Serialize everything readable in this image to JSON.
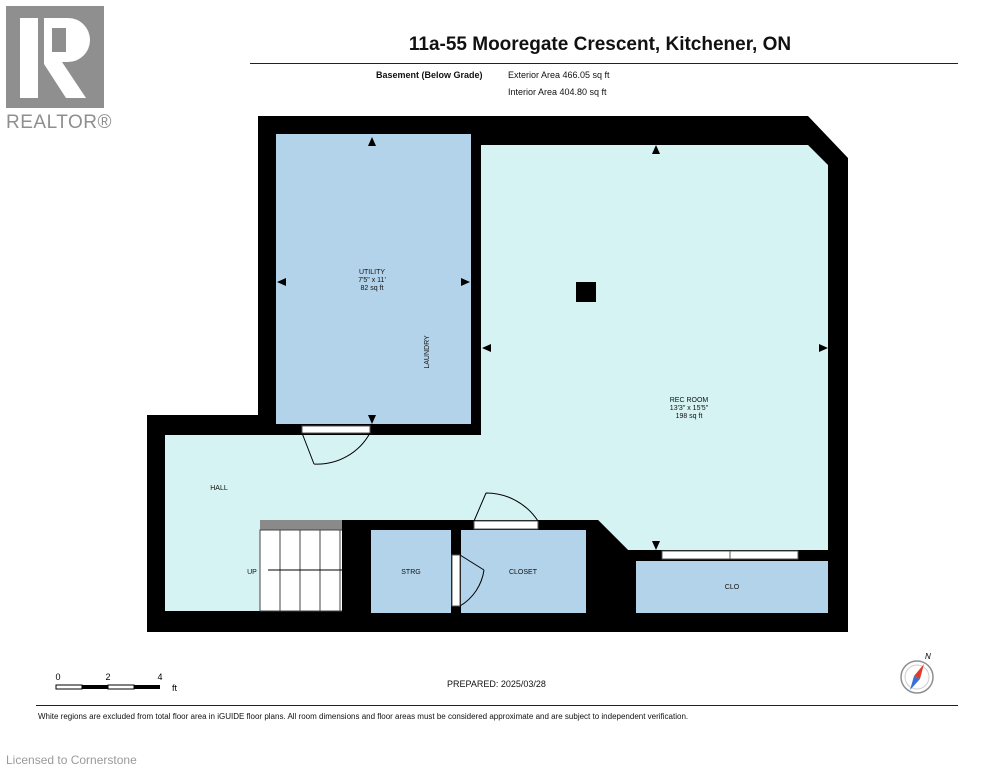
{
  "header": {
    "title": "11a-55 Mooregate Crescent, Kitchener, ON",
    "floor_label": "Basement (Below Grade)",
    "exterior_area": "Exterior Area 466.05 sq ft",
    "interior_area": "Interior Area 404.80 sq ft"
  },
  "brand": {
    "logo_text": "REALTOR®",
    "logo_color": "#8f8f8f"
  },
  "rooms": {
    "utility": {
      "name": "UTILITY",
      "dims": "7'5\" x 11'",
      "area": "82 sq ft"
    },
    "laundry": {
      "name": "LAUNDRY"
    },
    "rec_room": {
      "name": "REC ROOM",
      "dims": "13'3\" x 15'5\"",
      "area": "198 sq ft"
    },
    "hall": {
      "name": "HALL"
    },
    "stairs": {
      "name": "UP"
    },
    "storage": {
      "name": "STRG"
    },
    "closet": {
      "name": "CLOSET"
    },
    "clo": {
      "name": "CLO"
    }
  },
  "colors": {
    "wall": "#000000",
    "utility_fill": "#b3d3ea",
    "main_fill": "#d6f3f3",
    "closet_fill": "#b3d3ea"
  },
  "scale_bar": {
    "labels": [
      "0",
      "2",
      "4"
    ],
    "unit": "ft"
  },
  "compass": {
    "label": "N"
  },
  "footer": {
    "prepared": "PREPARED: 2025/03/28",
    "disclaimer": "White regions are excluded from total floor area in iGUIDE floor plans. All room dimensions and floor areas must be considered approximate and are subject to independent verification.",
    "licensed": "Licensed to Cornerstone"
  }
}
